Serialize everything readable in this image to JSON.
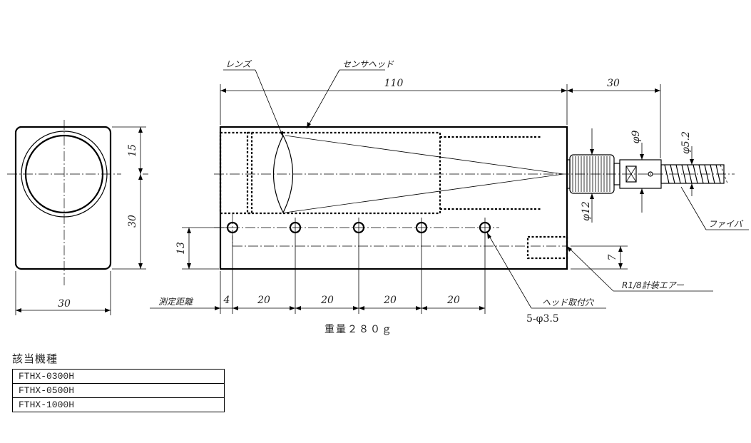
{
  "dimensions": {
    "length": "110",
    "cable_length": "30",
    "side_width": "30",
    "side_upper": "15",
    "side_lower": "30",
    "hole_height": "13",
    "distance_offset": "4",
    "pitch_1": "20",
    "pitch_2": "20",
    "pitch_3": "20",
    "pitch_4": "20",
    "air_height": "7",
    "dia_9": "φ9",
    "dia_12": "φ12",
    "dia_5_2": "φ5.2"
  },
  "labels": {
    "lens": "レンズ",
    "sensor_head": "センサヘッド",
    "fiber": "ファイバ",
    "air_port": "R1/8計装エアー",
    "mounting_holes": "ヘッド取付穴",
    "hole_spec": "5-φ3.5",
    "measuring_distance": "測定距離",
    "weight": "重量２８０ｇ"
  },
  "models": {
    "title": "該当機種",
    "items": [
      "FTHX-0300H",
      "FTHX-0500H",
      "FTHX-1000H"
    ]
  }
}
